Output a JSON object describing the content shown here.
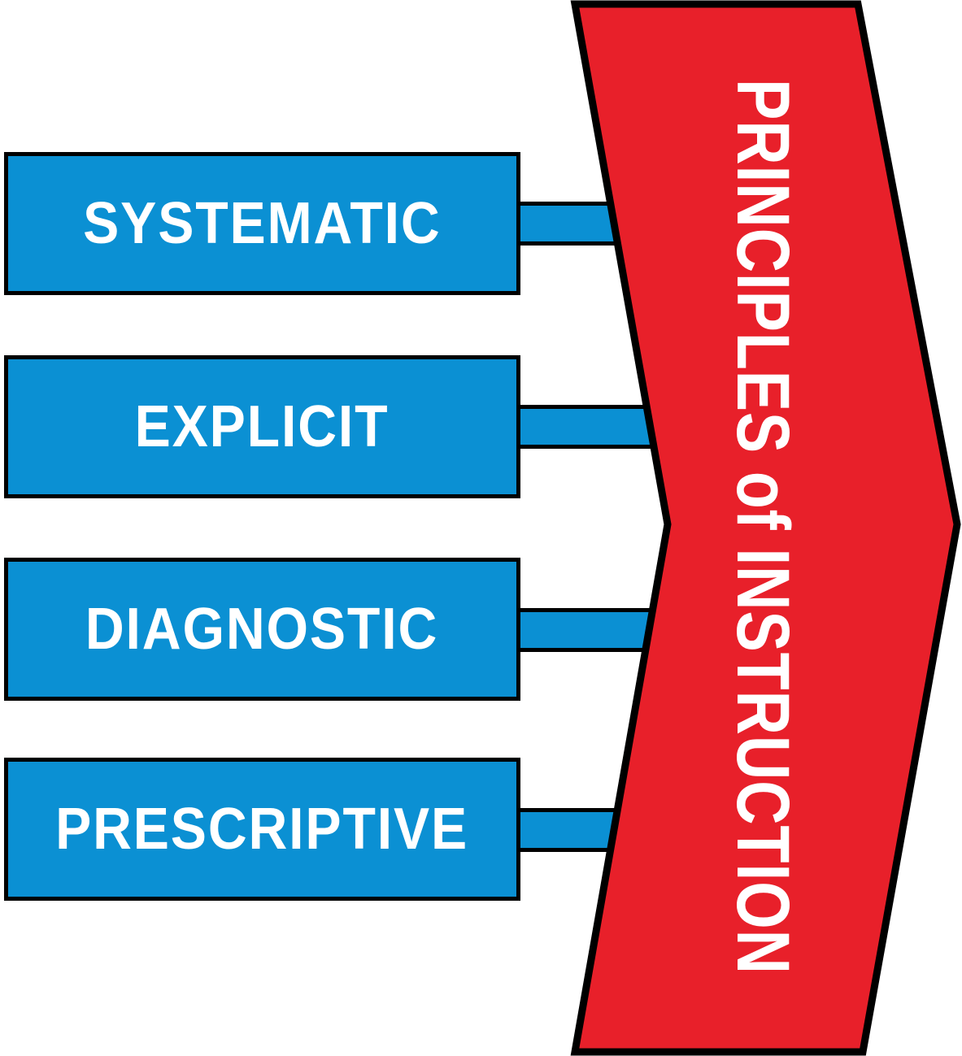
{
  "diagram": {
    "boxes": [
      {
        "label": "SYSTEMATIC"
      },
      {
        "label": "EXPLICIT"
      },
      {
        "label": "DIAGNOSTIC"
      },
      {
        "label": "PRESCRIPTIVE"
      }
    ],
    "banner": {
      "label": "PRINCIPLES of INSTRUCTION",
      "shape": "right-pointing-chevron"
    },
    "colors": {
      "box_blue": "#0B90D3",
      "banner_red": "#E8202A",
      "outline_black": "#000000",
      "text_white": "#FFFFFF"
    }
  }
}
